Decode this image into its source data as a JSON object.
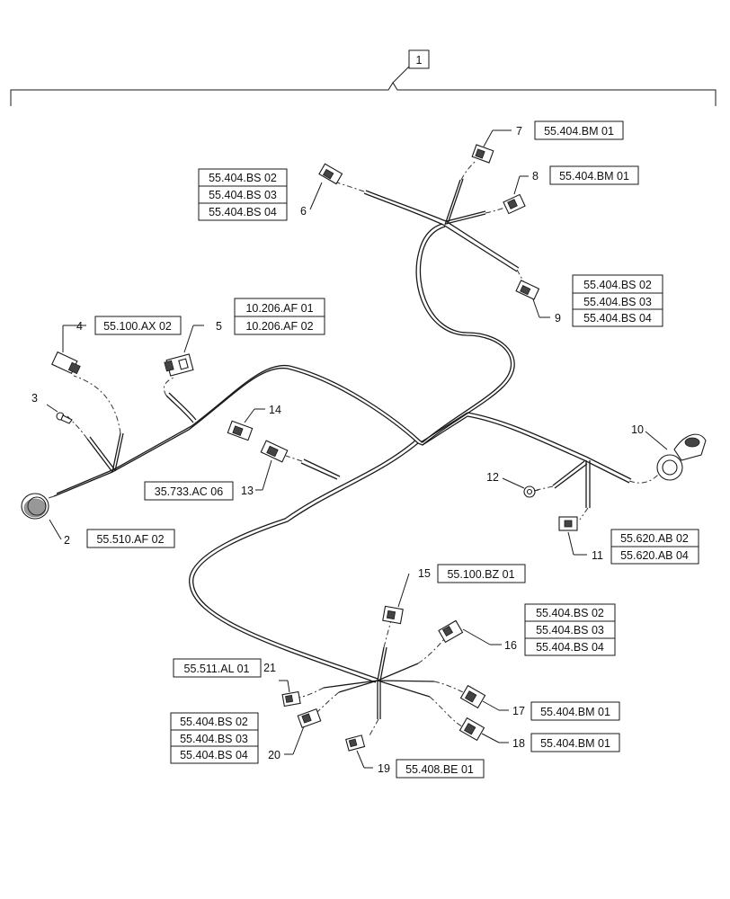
{
  "top_callout": "1",
  "callouts": {
    "c2": "2",
    "c3": "3",
    "c4": "4",
    "c5": "5",
    "c6": "6",
    "c7": "7",
    "c8": "8",
    "c9": "9",
    "c10": "10",
    "c11": "11",
    "c12": "12",
    "c13": "13",
    "c14": "14",
    "c15": "15",
    "c16": "16",
    "c17": "17",
    "c18": "18",
    "c19": "19",
    "c20": "20",
    "c21": "21"
  },
  "refs": {
    "r2": "55.510.AF 02",
    "r4": "55.100.AX 02",
    "r5a": "10.206.AF 01",
    "r5b": "10.206.AF 02",
    "r6a": "55.404.BS 02",
    "r6b": "55.404.BS 03",
    "r6c": "55.404.BS 04",
    "r7": "55.404.BM 01",
    "r8": "55.404.BM 01",
    "r9a": "55.404.BS 02",
    "r9b": "55.404.BS 03",
    "r9c": "55.404.BS 04",
    "r11a": "55.620.AB 02",
    "r11b": "55.620.AB 04",
    "r13": "35.733.AC 06",
    "r15": "55.100.BZ 01",
    "r16a": "55.404.BS 02",
    "r16b": "55.404.BS 03",
    "r16c": "55.404.BS 04",
    "r17": "55.404.BM 01",
    "r18": "55.404.BM 01",
    "r19": "55.408.BE 01",
    "r20a": "55.404.BS 02",
    "r20b": "55.404.BS 03",
    "r20c": "55.404.BS 04",
    "r21": "55.511.AL 01"
  }
}
